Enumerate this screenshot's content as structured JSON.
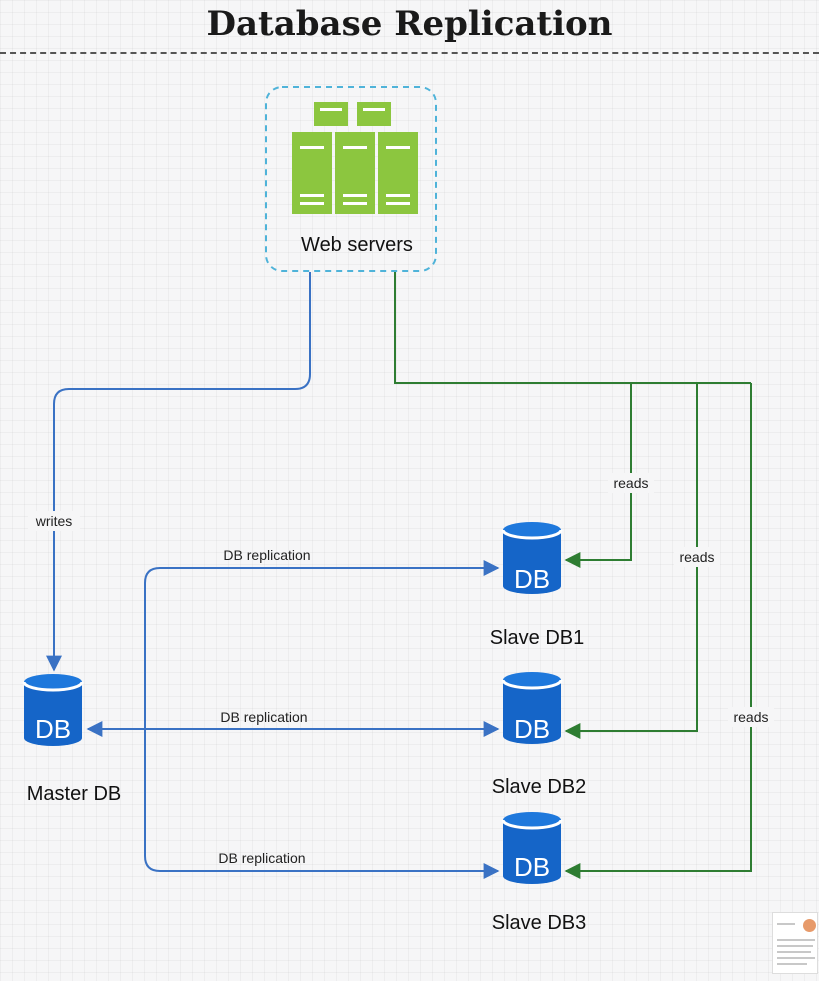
{
  "title": "Database Replication",
  "nodes": {
    "web": {
      "label": "Web servers"
    },
    "master": {
      "label": "Master DB",
      "icon": "DB"
    },
    "slave1": {
      "label": "Slave DB1",
      "icon": "DB"
    },
    "slave2": {
      "label": "Slave DB2",
      "icon": "DB"
    },
    "slave3": {
      "label": "Slave DB3",
      "icon": "DB"
    }
  },
  "edges": {
    "writes": "writes",
    "reads1": "reads",
    "reads2": "reads",
    "reads3": "reads",
    "repl1": "DB replication",
    "repl2": "DB replication",
    "repl3": "DB replication"
  },
  "colors": {
    "db_blue": "#1565c8",
    "server_green": "#8cc63f",
    "server_dark_green": "#7ab531",
    "write_line": "#3a72c4",
    "read_line": "#2e7d32",
    "web_border": "#4fb3d9"
  }
}
